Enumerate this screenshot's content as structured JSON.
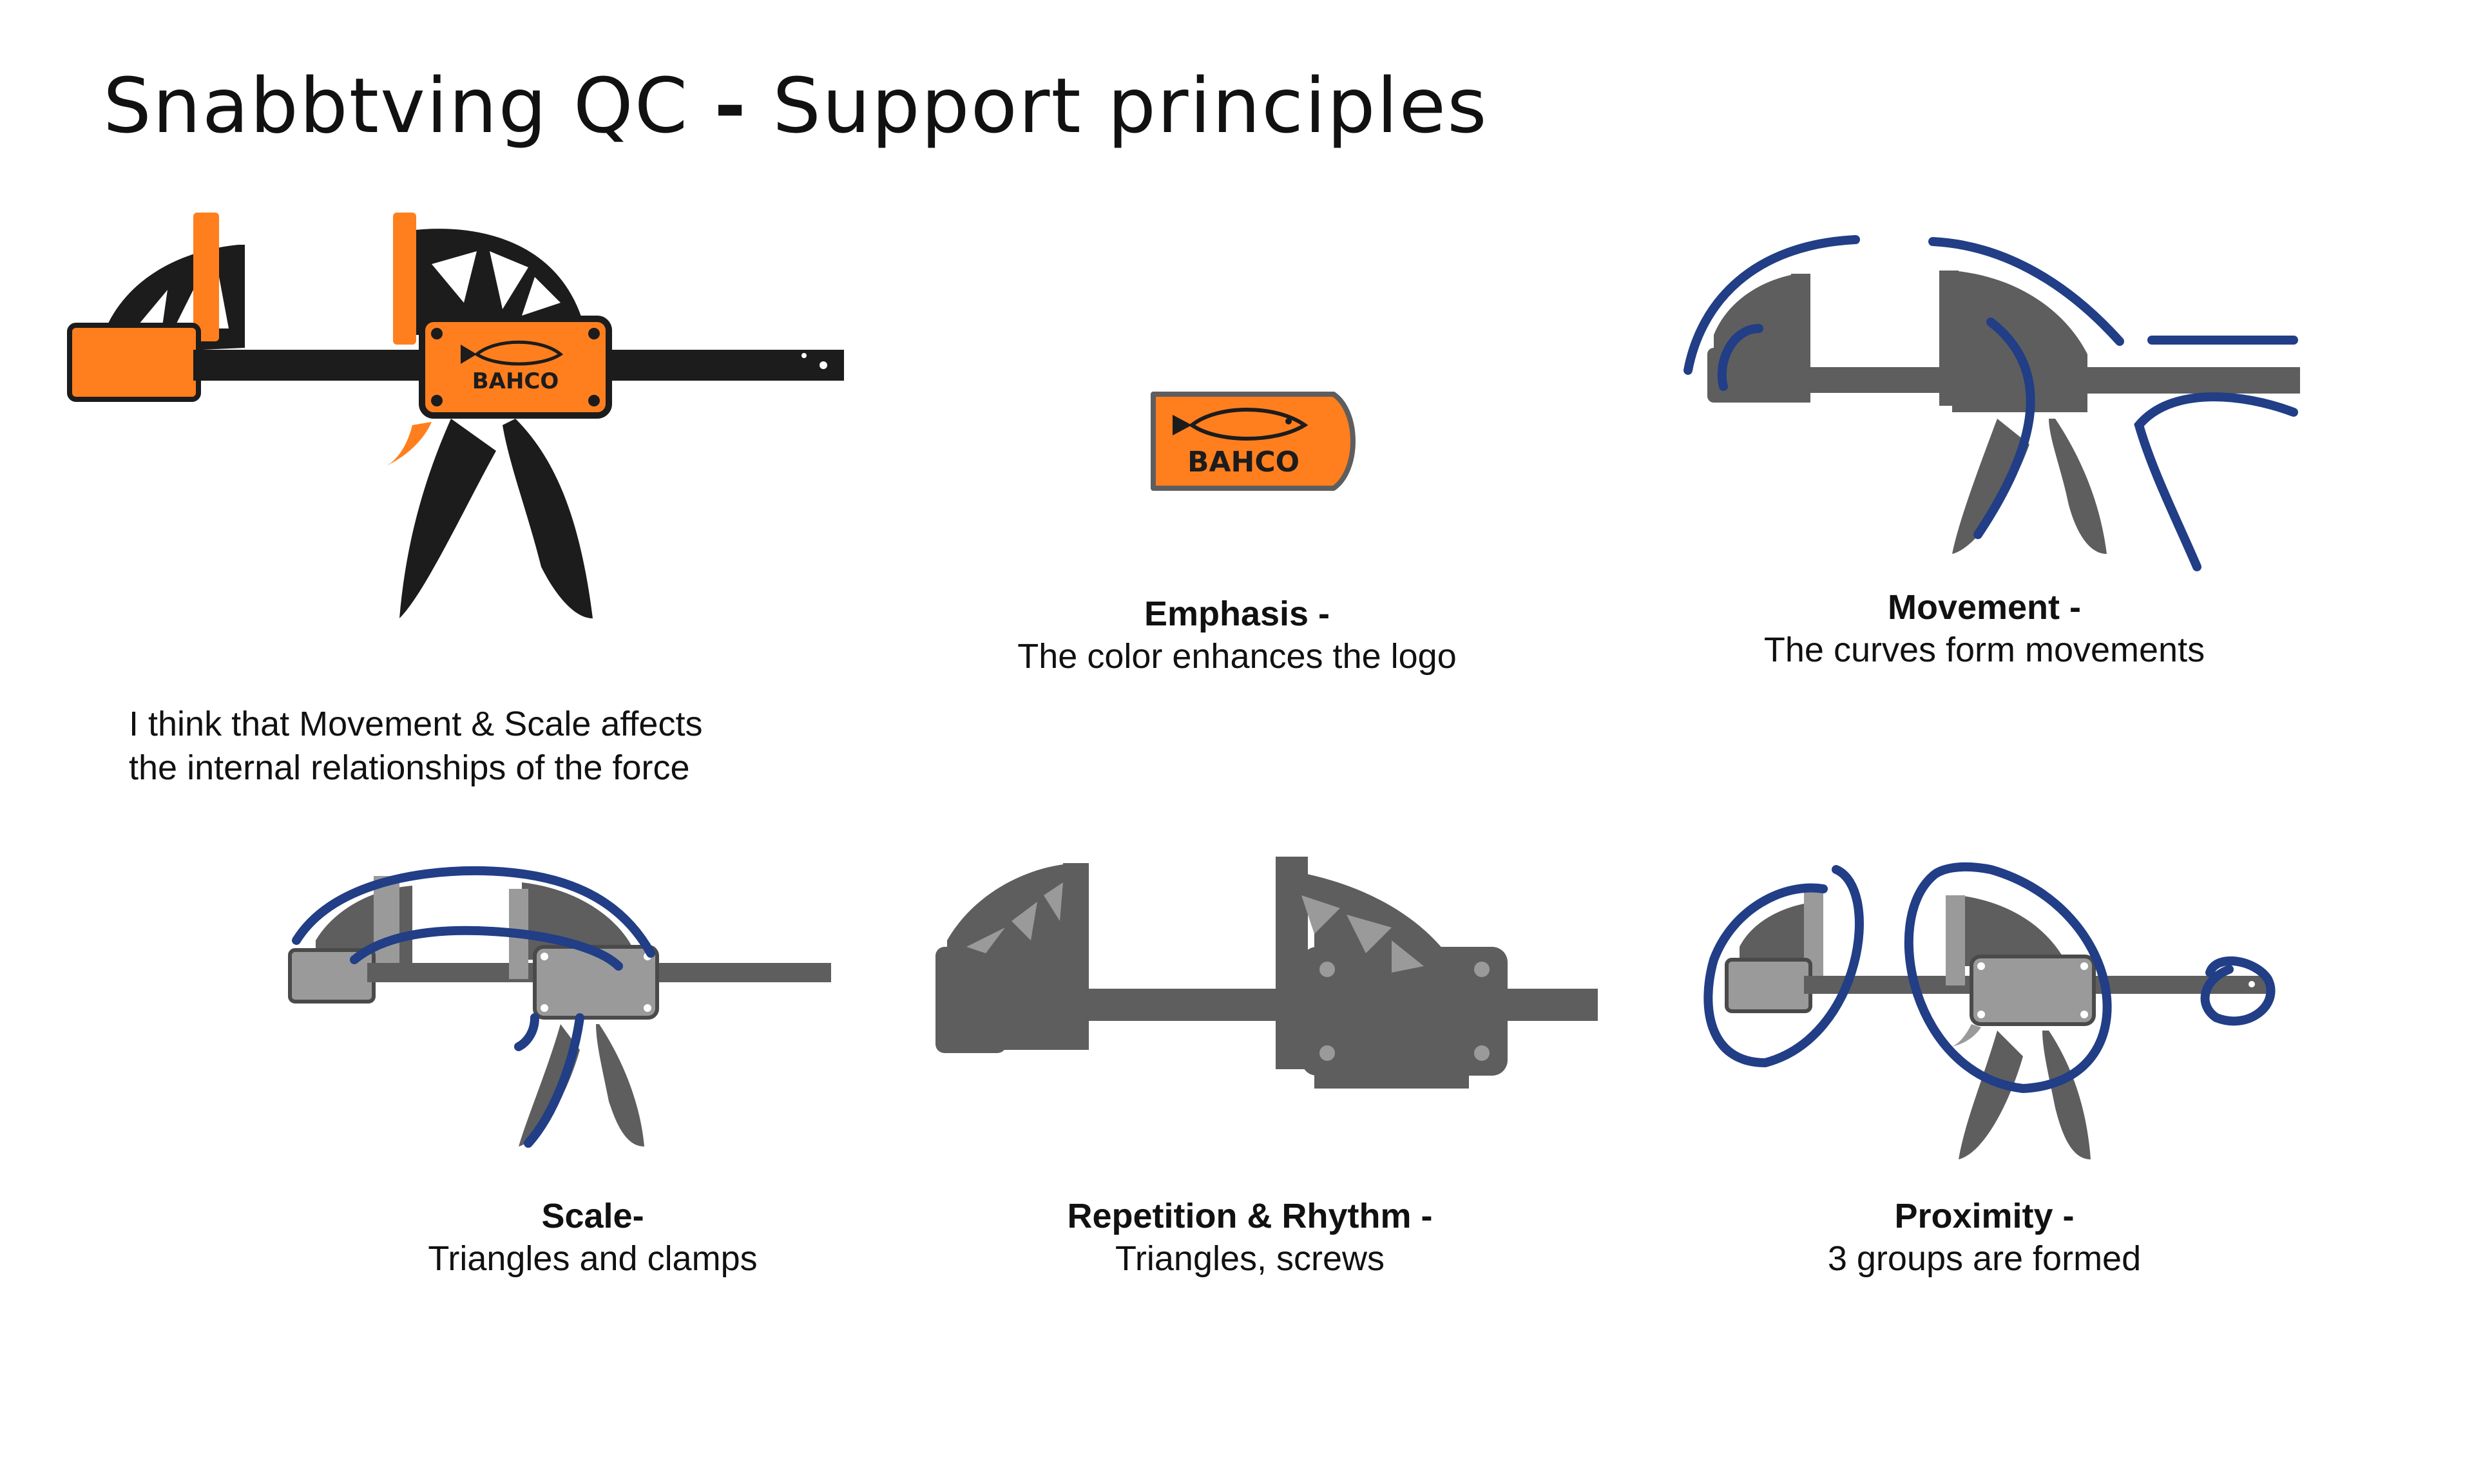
{
  "title": {
    "main": "Snabbtving QC",
    "dash": "-",
    "sub": "Support principles"
  },
  "logo_text": "BAHCO",
  "note": {
    "line1": "I think that Movement & Scale affects",
    "line2": "the internal relationships of the force"
  },
  "captions": {
    "emphasis": {
      "head": "Emphasis",
      "suffix": " -",
      "text": "The color enhances the logo"
    },
    "movement": {
      "head": "Movement",
      "suffix": " -",
      "text": "The curves form movements"
    },
    "scale": {
      "head": "Scale",
      "suffix": "-",
      "text": "Triangles and clamps"
    },
    "repetition": {
      "head": "Repetition & Rhythm",
      "suffix": " -",
      "text": "Triangles, screws"
    },
    "proximity": {
      "head": "Proximity",
      "suffix": " -",
      "text": "3 groups are formed"
    }
  },
  "colors": {
    "orange": "#ff7f1e",
    "black": "#1c1c1c",
    "grey_dark": "#5e5e5e",
    "grey_light": "#9a9a9a",
    "annotation_blue": "#213e86"
  }
}
